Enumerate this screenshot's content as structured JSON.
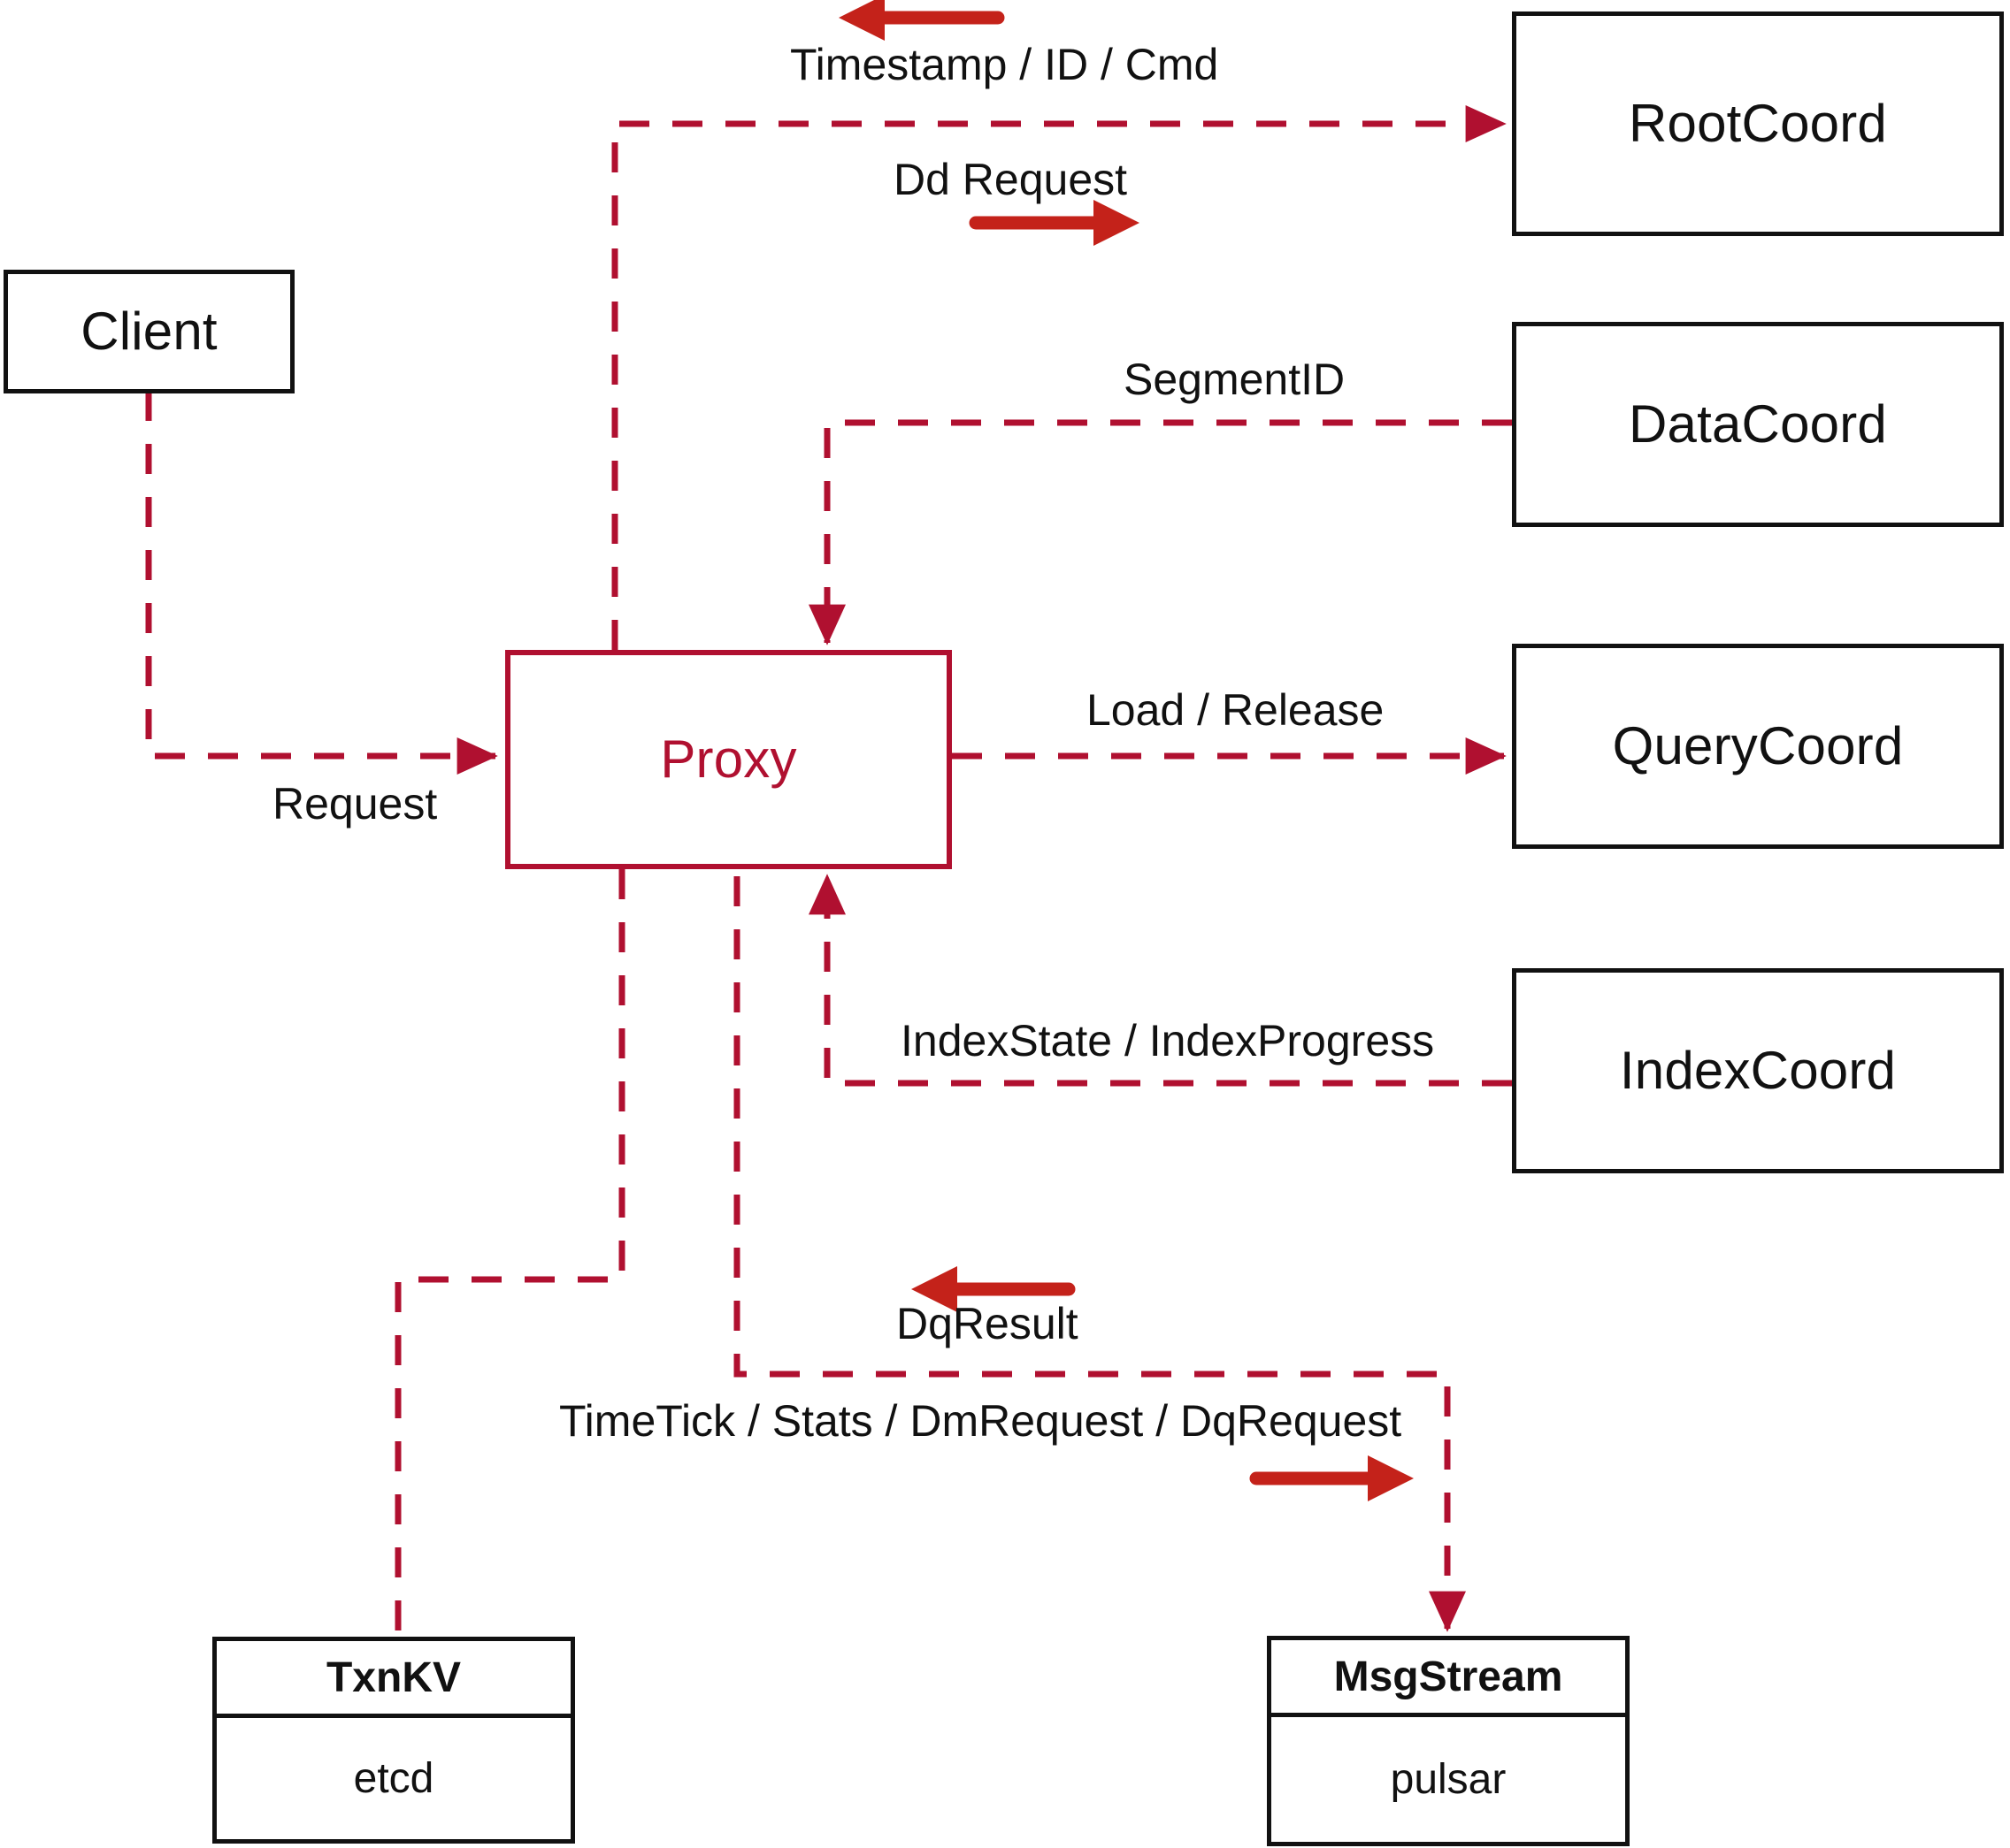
{
  "diagram": {
    "title": "Proxy interaction diagram",
    "colors": {
      "dashed_line": "#b01030",
      "solid_arrow": "#c4221a",
      "box_border": "#111111",
      "proxy_border": "#b01030",
      "proxy_text": "#b01030",
      "background": "#ffffff"
    }
  },
  "nodes": {
    "client": {
      "label": "Client"
    },
    "proxy": {
      "label": "Proxy"
    },
    "root_coord": {
      "label": "RootCoord"
    },
    "data_coord": {
      "label": "DataCoord"
    },
    "query_coord": {
      "label": "QueryCoord"
    },
    "index_coord": {
      "label": "IndexCoord"
    },
    "txnkv": {
      "head": "TxnKV",
      "body": "etcd"
    },
    "msgstream": {
      "head": "MsgStream",
      "body": "pulsar"
    }
  },
  "edge_labels": {
    "timestamp_id_cmd": "Timestamp / ID / Cmd",
    "dd_request": "Dd Request",
    "segment_id": "SegmentID",
    "request": "Request",
    "load_release": "Load / Release",
    "index_state_progress": "IndexState / IndexProgress",
    "dq_result": "DqResult",
    "timetick_stats": "TimeTick / Stats / DmRequest / DqRequest"
  }
}
